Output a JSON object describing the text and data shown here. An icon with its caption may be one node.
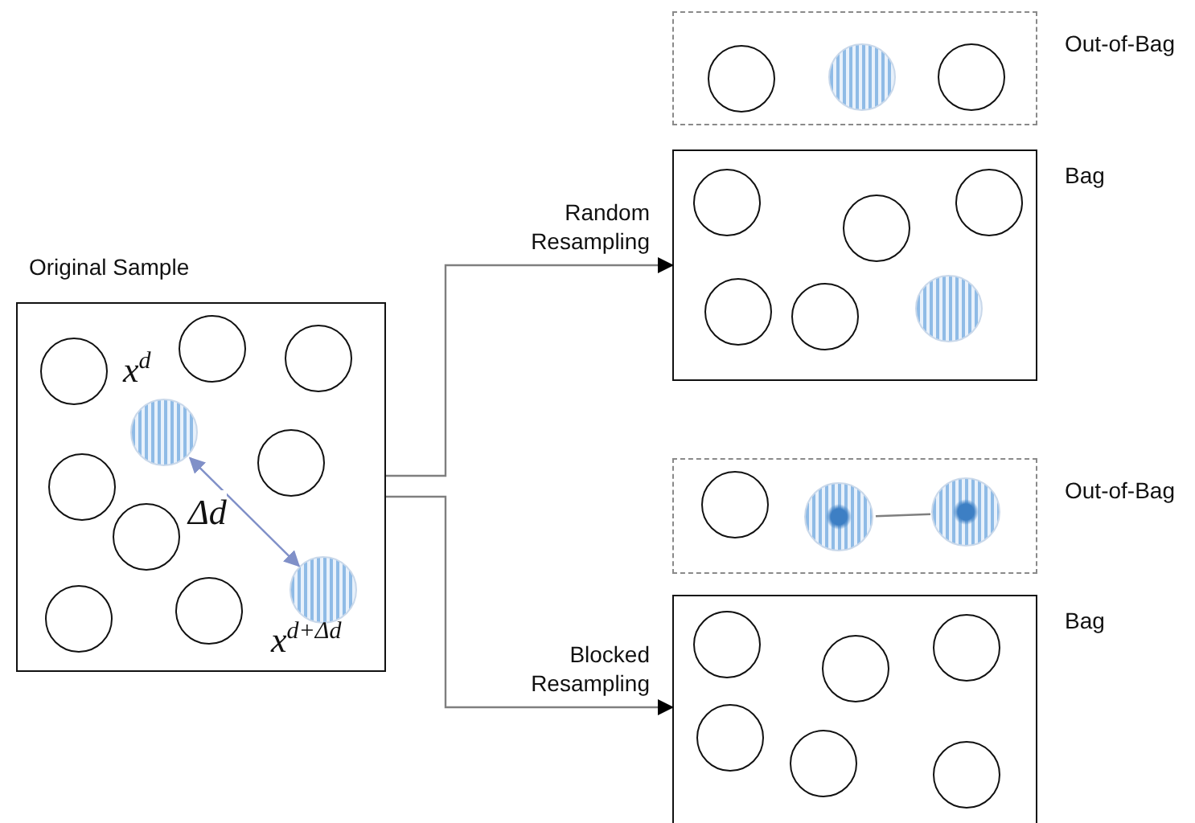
{
  "diagram": {
    "nodes": [
      {
        "text": [
          "Original Sample"
        ]
      },
      {
        "text": [],
        "shape": "circle",
        "in": 0,
        "beside": [
          "x$^{d}$"
        ]
      },
      {
        "text": [],
        "shape": "circle",
        "in": 0,
        "beside": [
          "x$^{d+Δd}$"
        ]
      },
      {
        "text": [
          "Out-of-Bag"
        ]
      },
      {
        "text": [
          "Bag"
        ]
      },
      {
        "text": [
          "Out-of-Bag"
        ]
      },
      {
        "text": [],
        "shape": "circle",
        "in": 5
      },
      {
        "text": [],
        "shape": "circle",
        "in": 5
      },
      {
        "text": [
          "Bag"
        ]
      }
    ],
    "edges": [
      {
        "from": 1,
        "to": 2,
        "arrow": "both",
        "label": "Δd",
        "color": "#8090c8"
      },
      {
        "from": 6,
        "to": 7,
        "arrow": "none"
      },
      {
        "from": 0,
        "to": 4,
        "arrow": "to",
        "label": "Random Resampling"
      },
      {
        "from": 0,
        "to": 8,
        "arrow": "to",
        "label": "Blocked Resampling"
      }
    ]
  }
}
